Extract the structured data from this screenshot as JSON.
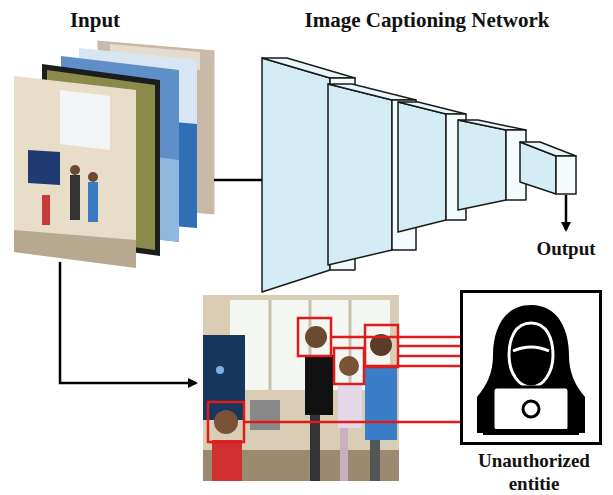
{
  "diagram": {
    "nodes": [
      {
        "text": [
          "Image Captioning Network"
        ]
      },
      {
        "text": [
          "Unauthorized entitie"
        ]
      }
    ],
    "labels": [
      "Input",
      "Output"
    ]
  }
}
